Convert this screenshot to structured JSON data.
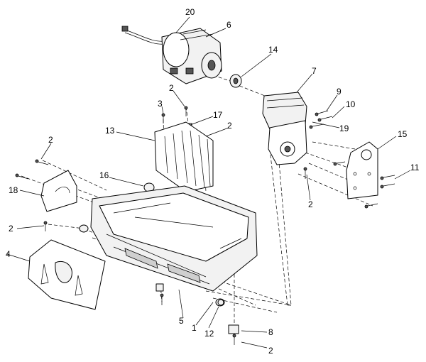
{
  "callouts": [
    {
      "key": "c20",
      "text": "20"
    },
    {
      "key": "c6",
      "text": "6"
    },
    {
      "key": "c14",
      "text": "14"
    },
    {
      "key": "c7",
      "text": "7"
    },
    {
      "key": "c9",
      "text": "9"
    },
    {
      "key": "c10",
      "text": "10"
    },
    {
      "key": "c19",
      "text": "19"
    },
    {
      "key": "c15",
      "text": "15"
    },
    {
      "key": "c11",
      "text": "11"
    },
    {
      "key": "c2a",
      "text": "2"
    },
    {
      "key": "c3",
      "text": "3"
    },
    {
      "key": "c17",
      "text": "17"
    },
    {
      "key": "c2b",
      "text": "2"
    },
    {
      "key": "c13",
      "text": "13"
    },
    {
      "key": "c2c",
      "text": "2"
    },
    {
      "key": "c16",
      "text": "16"
    },
    {
      "key": "c18",
      "text": "18"
    },
    {
      "key": "c2d",
      "text": "2"
    },
    {
      "key": "c2e",
      "text": "2"
    },
    {
      "key": "c4",
      "text": "4"
    },
    {
      "key": "c5",
      "text": "5"
    },
    {
      "key": "c1",
      "text": "1"
    },
    {
      "key": "c12",
      "text": "12"
    },
    {
      "key": "c8",
      "text": "8"
    },
    {
      "key": "c2f",
      "text": "2"
    }
  ]
}
